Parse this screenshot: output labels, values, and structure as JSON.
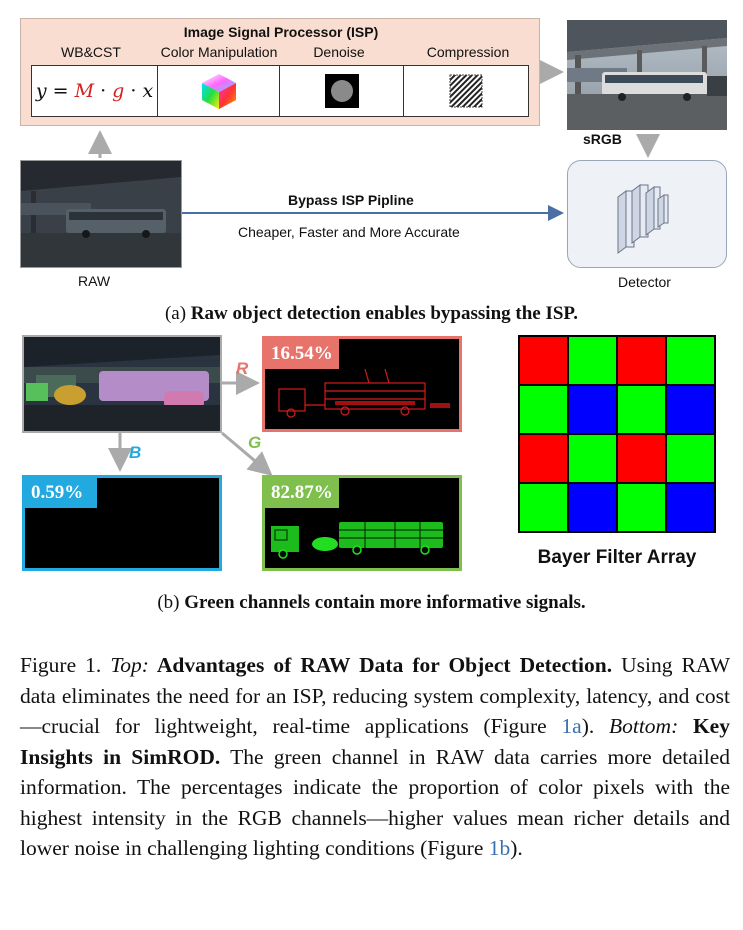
{
  "isp": {
    "title": "Image Signal Processor (ISP)",
    "stages": [
      "WB&CST",
      "Color Manipulation",
      "Denoise",
      "Compression"
    ],
    "formula": {
      "y": "y",
      "eq": " = ",
      "M": "M",
      "dot1": " · ",
      "g": "g",
      "dot2": " · ",
      "x": "x"
    }
  },
  "labels": {
    "srgb": "sRGB",
    "raw": "RAW",
    "detector": "Detector",
    "bypass": "Bypass ISP Pipline",
    "bypass_sub": "Cheaper, Faster and More Accurate",
    "ch_r": "R",
    "ch_b": "B",
    "ch_g": "G",
    "bayer": "Bayer Filter Array"
  },
  "colors": {
    "red_channel": "#e8736b",
    "blue_channel": "#22a9df",
    "green_channel": "#7fbf4d",
    "bayer_red": "#ff0000",
    "bayer_green": "#00ff00",
    "bayer_blue": "#0000ff"
  },
  "percentages": {
    "red": "16.54%",
    "blue": "0.59%",
    "green": "82.87%"
  },
  "bayer_grid": [
    [
      "R",
      "G",
      "R",
      "G"
    ],
    [
      "G",
      "B",
      "G",
      "B"
    ],
    [
      "R",
      "G",
      "R",
      "G"
    ],
    [
      "G",
      "B",
      "G",
      "B"
    ]
  ],
  "subcaption_a": {
    "prefix": "(a) ",
    "bold": "Raw object detection enables bypassing the ISP."
  },
  "subcaption_b": {
    "prefix": "(b) ",
    "bold": "Green channels contain more informative signals."
  },
  "caption": {
    "fig": "Figure 1. ",
    "top_label": "Top:",
    "top_bold": " Advantages of RAW Data for Object Detection.",
    "text1": " Using RAW data eliminates the need for an ISP, reducing system complexity, latency, and cost—crucial for lightweight, real-time applications (Figure ",
    "ref1": "1a",
    "text2": "). ",
    "bottom_label": "Bottom:",
    "bottom_bold": " Key Insights in SimROD.",
    "text3": " The green channel in RAW data carries more detailed information. The percentages indicate the proportion of color pixels with the highest intensity in the RGB channels—higher values mean richer details and lower noise in challenging lighting conditions (Figure ",
    "ref2": "1b",
    "text4": ")."
  }
}
